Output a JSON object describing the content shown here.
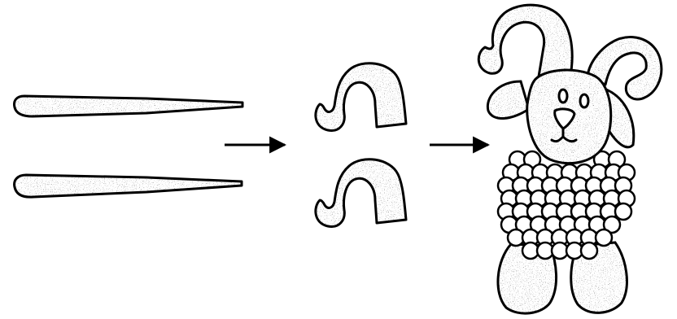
{
  "diagram": {
    "kind": "clay-craft-steps",
    "colors": {
      "outline": "#000000",
      "fill": "#ffffff",
      "speckle": "#333333"
    },
    "steps": [
      {
        "name": "rolled-clay-coils",
        "count": 2
      },
      {
        "name": "curled-horn-pieces",
        "count": 2
      },
      {
        "name": "finished-ram-figure",
        "count": 1
      }
    ],
    "arrows": 2
  }
}
